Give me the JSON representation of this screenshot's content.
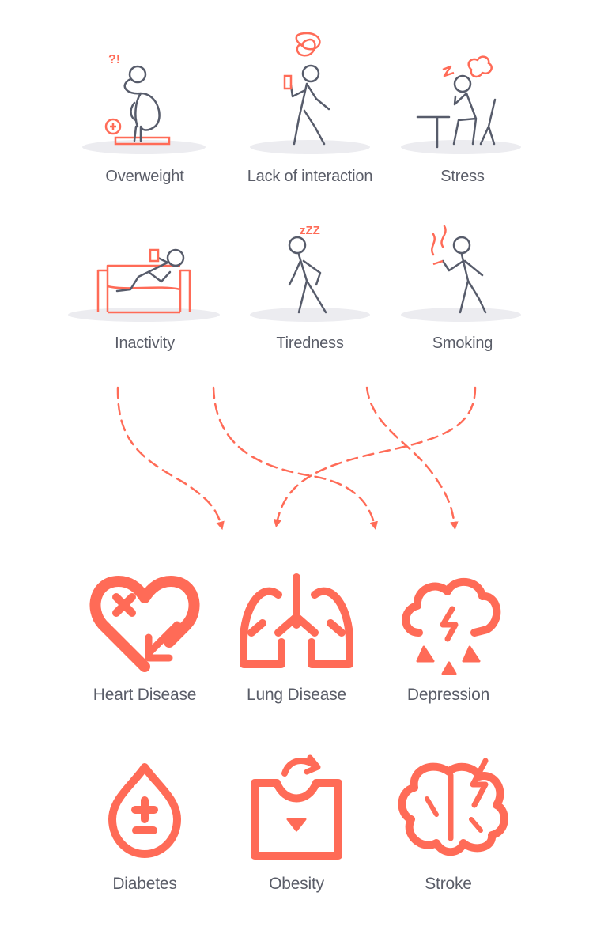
{
  "colors": {
    "accent": "#ff6b57",
    "figure": "#575c6b",
    "shadow": "#ececf0",
    "text": "#5a5d68"
  },
  "causes": [
    {
      "label": "Overweight",
      "icon": "overweight-figure-icon"
    },
    {
      "label": "Lack of interaction",
      "icon": "phone-user-figure-icon"
    },
    {
      "label": "Stress",
      "icon": "stressed-desk-figure-icon"
    },
    {
      "label": "Inactivity",
      "icon": "couch-figure-icon"
    },
    {
      "label": "Tiredness",
      "icon": "sleepy-walking-figure-icon"
    },
    {
      "label": "Smoking",
      "icon": "smoking-figure-icon"
    }
  ],
  "diseases": [
    {
      "label": "Heart Disease",
      "icon": "heart-x-icon"
    },
    {
      "label": "Lung Disease",
      "icon": "lungs-icon"
    },
    {
      "label": "Depression",
      "icon": "storm-cloud-icon"
    },
    {
      "label": "Diabetes",
      "icon": "blood-drop-plus-minus-icon"
    },
    {
      "label": "Obesity",
      "icon": "box-arrow-icon"
    },
    {
      "label": "Stroke",
      "icon": "brain-lightning-icon"
    }
  ],
  "cause_glyphs": {
    "confusion": "?!",
    "sleep": "zZZ"
  }
}
